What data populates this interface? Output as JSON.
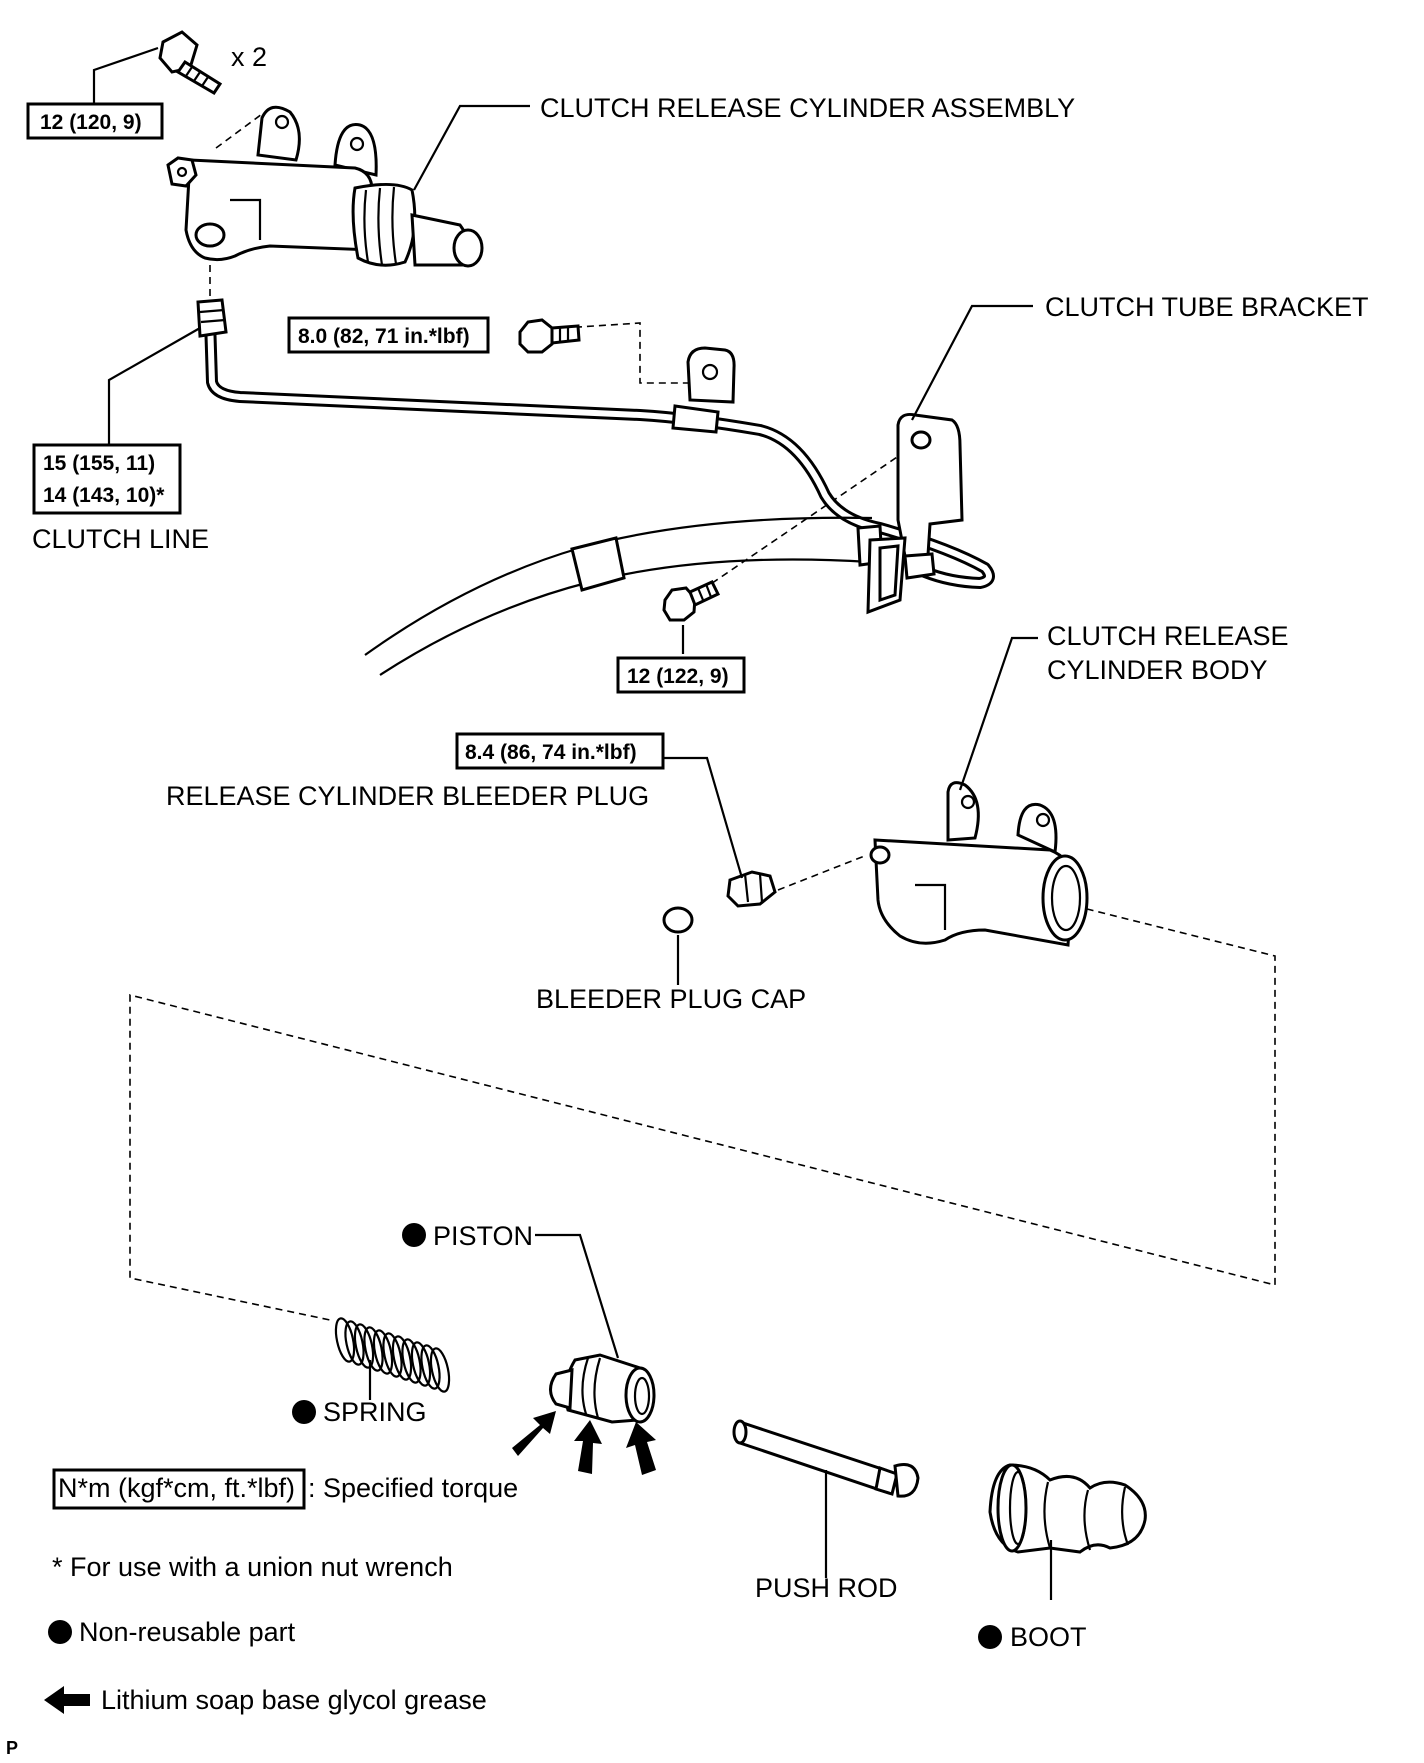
{
  "labels": {
    "release_cylinder_assembly": "CLUTCH RELEASE CYLINDER ASSEMBLY",
    "tube_bracket": "CLUTCH TUBE BRACKET",
    "clutch_line": "CLUTCH LINE",
    "cylinder_body_line1": "CLUTCH RELEASE",
    "cylinder_body_line2": "CYLINDER BODY",
    "bleeder_plug": "RELEASE CYLINDER BLEEDER PLUG",
    "bleeder_plug_cap": "BLEEDER PLUG CAP",
    "piston": "PISTON",
    "spring": "SPRING",
    "push_rod": "PUSH ROD",
    "boot": "BOOT",
    "bolt_qty": "x 2",
    "corner_mark": "P"
  },
  "torques": {
    "cylinder_bolt": "12 (120, 9)",
    "bracket_bolt": "8.0 (82, 71 in.*lbf)",
    "clutch_line_1": "15 (155, 11)",
    "clutch_line_2": "14 (143, 10)*",
    "tube_bracket_bolt": "12 (122, 9)",
    "bleeder_plug": "8.4 (86, 74 in.*lbf)"
  },
  "legend": {
    "torque_unit": "N*m (kgf*cm, ft.*lbf)",
    "torque_desc": ": Specified torque",
    "union_nut_note": "* For use with a union nut wrench",
    "non_reusable": "Non-reusable part",
    "grease": "Lithium soap base glycol grease"
  }
}
